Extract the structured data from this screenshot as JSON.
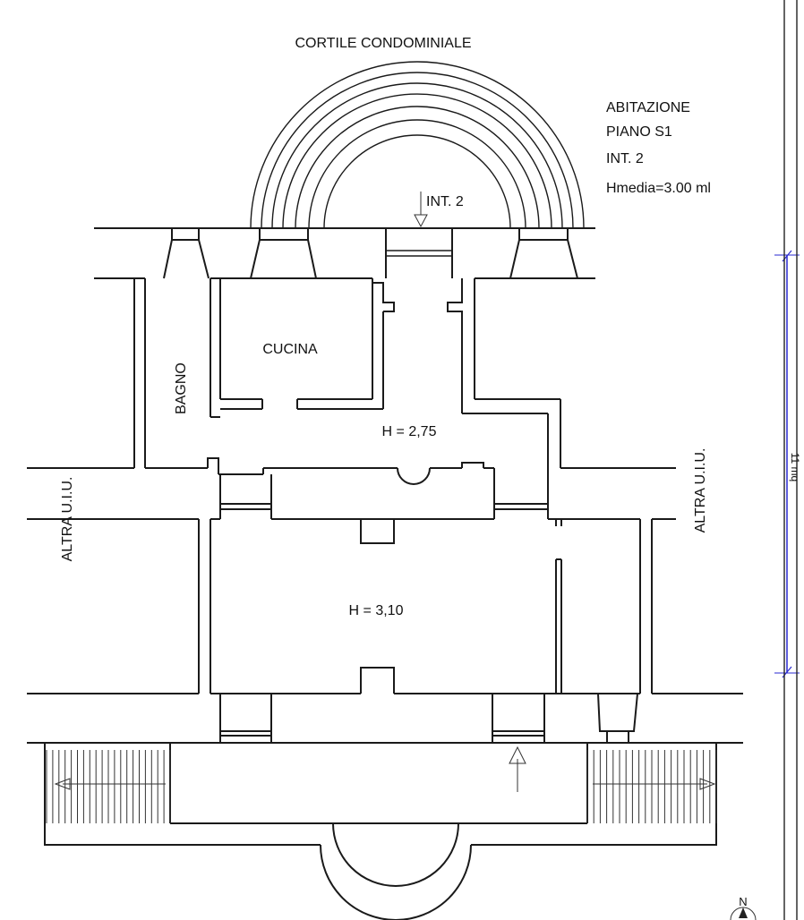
{
  "labels": {
    "courtyard": "CORTILE CONDOMINIALE",
    "info_line1": "ABITAZIONE",
    "info_line2": "PIANO S1",
    "info_line3": "INT. 2",
    "info_line4": "Hmedia=3.00 ml",
    "entrance": "INT. 2",
    "kitchen": "CUCINA",
    "bathroom": "BAGNO",
    "height_upper": "H = 2,75",
    "height_lower": "H = 3,10",
    "other_unit_left": "ALTRA U.I.U.",
    "other_unit_right": "ALTRA U.I.U.",
    "dimension": "11 mq",
    "north": "N"
  },
  "colors": {
    "line": "#1a1a1a",
    "dimension": "#2a2ad0",
    "background": "#ffffff"
  }
}
